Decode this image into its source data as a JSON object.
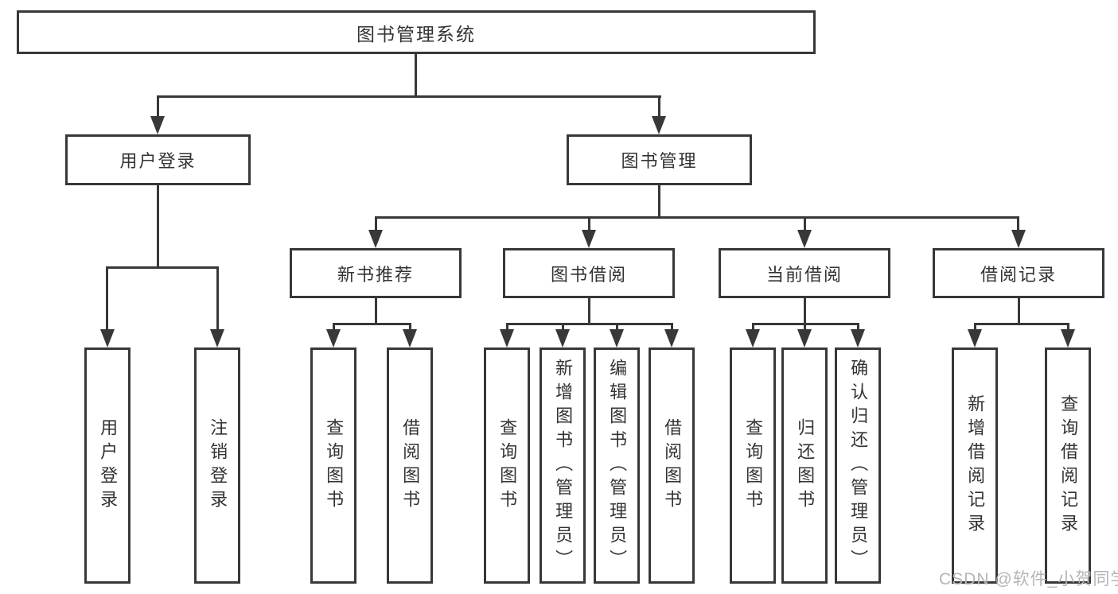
{
  "diagram": {
    "watermark": "CSDN @软件_小贺同学",
    "colors": {
      "line": "#383838",
      "text": "#333333",
      "node_background": "#ffffff",
      "watermark": "#b5b5b5",
      "background": "#ffffff"
    },
    "root": {
      "label": "图书管理系统",
      "children": [
        {
          "label": "用户登录",
          "children": [
            {
              "label": "用户登录"
            },
            {
              "label": "注销登录"
            }
          ]
        },
        {
          "label": "图书管理",
          "children": [
            {
              "label": "新书推荐",
              "children": [
                {
                  "label": "查询图书"
                },
                {
                  "label": "借阅图书"
                }
              ]
            },
            {
              "label": "图书借阅",
              "children": [
                {
                  "label": "查询图书"
                },
                {
                  "label": "新增图书（管理员）"
                },
                {
                  "label": "编辑图书（管理员）"
                },
                {
                  "label": "借阅图书"
                }
              ]
            },
            {
              "label": "当前借阅",
              "children": [
                {
                  "label": "查询图书"
                },
                {
                  "label": "归还图书"
                },
                {
                  "label": "确认归还（管理员）"
                }
              ]
            },
            {
              "label": "借阅记录",
              "children": [
                {
                  "label": "新增借阅记录"
                },
                {
                  "label": "查询借阅记录"
                }
              ]
            }
          ]
        }
      ]
    }
  }
}
